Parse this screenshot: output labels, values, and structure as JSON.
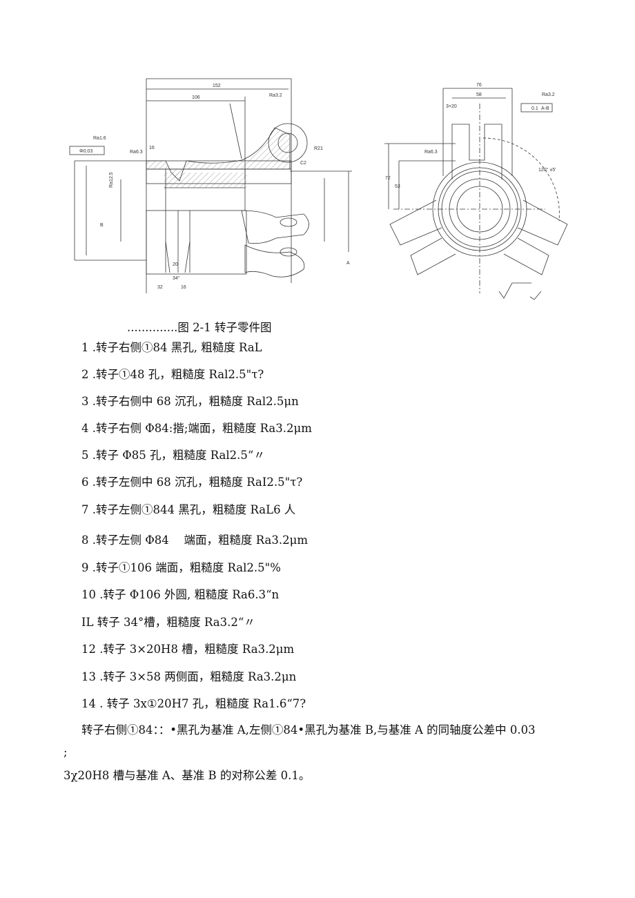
{
  "figure": {
    "caption": "..............图 2-1 转子零件图",
    "drawing_labels": {
      "left_view": [
        "152",
        "106",
        "Ra3.2",
        "Ra1.6",
        "Ra6.3",
        "Ra12.5",
        "16",
        "20",
        "34°",
        "32",
        "16",
        "R21",
        "C2",
        "A",
        "B",
        "Φ0.03"
      ],
      "right_view": [
        "76",
        "58",
        "3×20",
        "Ra3.2",
        "Ra6.3",
        "0.1",
        "A-B",
        "120° ±5'",
        "72",
        "53"
      ]
    }
  },
  "items": [
    "1 .转子右侧①84 黑孔, 粗糙度 RaL",
    "2 .转子①48 孔，粗糙度 Ral2.5\"τ?",
    "3 .转子右侧中 68 沉孔，粗糙度 Ral2.5μn",
    "4 .转子右侧 Φ84:揩;端面，粗糙度 Ra3.2μm",
    "5 .转子 Φ85 孔，粗糙度 Ral2.5“〃",
    "6 .转子左侧中 68 沉孔，粗糙度 RaI2.5\"τ?",
    "7 .转子左侧①844 黑孔，粗糙度 RaL6 人",
    "8 .转子左侧 Φ84　 端面，粗糙度 Ra3.2μm",
    "9 .转子①106 端面，粗糙度 Ral2.5\"%",
    "10 .转子 Φ106 外圆, 粗糙度 Ra6.3“n",
    "IL 转子 34°槽，粗糙度 Ra3.2“〃",
    "12 .转子 3×20H8 槽，粗糙度 Ra3.2μm",
    "13 .转子 3×58 两侧面，粗糙度 Ra3.2μn",
    "14 . 转子 3x①20H7 孔，粗糙度 Ra1.6“7?"
  ],
  "paragraph": {
    "line1": "转子右侧①84：：•黑孔为基准 A,左侧①84•黑孔为基准 B,与基准 A 的同轴度公差中 0.03",
    "line2": ";",
    "line3": "3χ20H8 槽与基准 A、基准 B 的对称公差 0.1。"
  }
}
